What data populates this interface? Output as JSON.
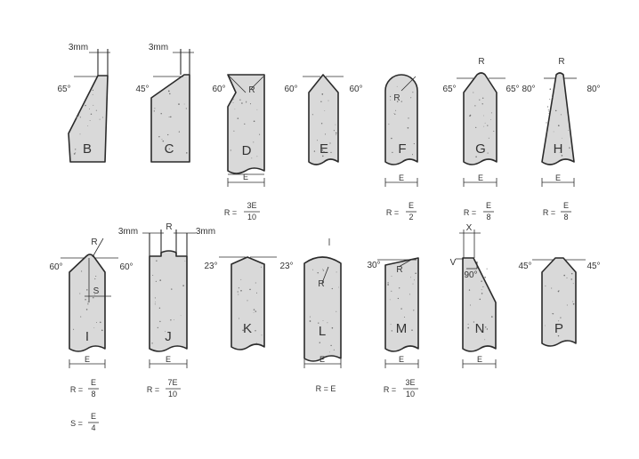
{
  "tools": {
    "B": {
      "letter": "B",
      "width_label": "3mm",
      "angle": "65°"
    },
    "C": {
      "letter": "C",
      "width_label": "3mm",
      "angle": "45°"
    },
    "D": {
      "letter": "D",
      "angle": "60°",
      "radius": "R",
      "dim": "E",
      "formula_lhs": "R =",
      "formula_num": "3E",
      "formula_den": "10"
    },
    "E": {
      "letter": "E",
      "angle_left": "60°",
      "angle_right": "60°"
    },
    "F": {
      "letter": "F",
      "radius": "R",
      "dim": "E",
      "formula_lhs": "R =",
      "formula_num": "E",
      "formula_den": "2"
    },
    "G": {
      "letter": "G",
      "radius": "R",
      "angle_left": "65°",
      "angle_right": "65°",
      "dim": "E",
      "formula_lhs": "R =",
      "formula_num": "E",
      "formula_den": "8"
    },
    "H": {
      "letter": "H",
      "radius": "R",
      "angle_left": "80°",
      "angle_right": "80°",
      "dim": "E",
      "formula_lhs": "R =",
      "formula_num": "E",
      "formula_den": "8"
    },
    "I": {
      "letter": "I",
      "radius": "R",
      "angle_left": "60°",
      "angle_right": "60°",
      "s_label": "S",
      "dim": "E",
      "formula_lhs": "R =",
      "formula_num": "E",
      "formula_den": "8",
      "formula2_lhs": "S =",
      "formula2_num": "E",
      "formula2_den": "4"
    },
    "J": {
      "letter": "J",
      "width_left": "3mm",
      "width_right": "3mm",
      "radius": "R",
      "dim": "E",
      "formula_lhs": "R =",
      "formula_num": "7E",
      "formula_den": "10"
    },
    "K": {
      "letter": "K",
      "angle_left": "23°",
      "angle_right": "23°"
    },
    "L": {
      "letter": "L",
      "radius": "R",
      "dim": "E",
      "formula": "R = E"
    },
    "M": {
      "letter": "M",
      "radius": "R",
      "angle": "30°",
      "dim": "E",
      "formula_lhs": "R =",
      "formula_num": "3E",
      "formula_den": "10"
    },
    "N": {
      "letter": "N",
      "x_label": "X",
      "v_label": "V",
      "angle": "90°",
      "dim": "E"
    },
    "P": {
      "letter": "P",
      "angle_left": "45°",
      "angle_right": "45°"
    }
  }
}
